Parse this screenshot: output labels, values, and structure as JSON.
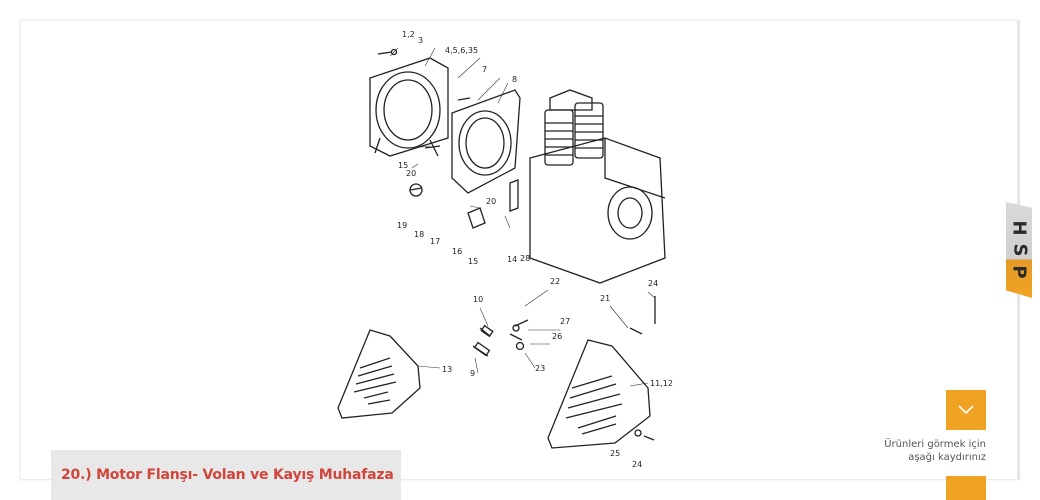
{
  "caption": {
    "text": "20.) Motor Flanşı- Volan ve Kayış Muhafaza"
  },
  "brand": {
    "letters": [
      "H",
      "S",
      "P"
    ]
  },
  "scroll": {
    "line1": "Ürünleri görmek için",
    "line2": "aşağı kaydırınız",
    "icon": "chevron-down-icon"
  },
  "diagram": {
    "part_labels": [
      "1,2",
      "3",
      "4,5,6,35",
      "7",
      "8",
      "15",
      "20",
      "19",
      "18",
      "17",
      "16",
      "15",
      "20",
      "14",
      "28",
      "22",
      "10",
      "27",
      "26",
      "21",
      "24",
      "13",
      "9",
      "23",
      "11,12",
      "25",
      "24"
    ]
  },
  "colors": {
    "accent": "#f0a322",
    "caption_text": "#d1453b",
    "caption_bg": "#e8e8e8"
  }
}
